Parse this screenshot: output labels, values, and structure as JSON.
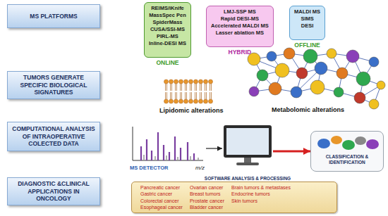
{
  "diagram": {
    "nodes": [
      {
        "text": [
          "MS PLATFORMS"
        ]
      },
      {
        "text": [
          "REIMS/iKnife",
          "MassSpec Pen",
          "SpiderMass",
          "CUSA/SSI-MS",
          "PIRL-MS",
          "Inline-DESI MS",
          "ONLINE"
        ]
      },
      {
        "text": [
          "LMJ-SSP MS",
          "Rapid DESI-MS",
          "Accelerated MALDI MS",
          "Lasser ablation MS",
          "HYBRID"
        ]
      },
      {
        "text": [
          "MALDI MS",
          "SIMS",
          "DESI",
          "OFFLINE"
        ]
      },
      {
        "text": [
          "TUMORS GENERATE SPECIFIC BIOLOGICAL SIGNATURES"
        ]
      },
      {
        "text": [
          "COMPUTATIONAL ANALYSIS OF INTRAOPERATIVE COLECTED DATA"
        ]
      },
      {
        "text": [
          "MS DETECTOR",
          "m/z"
        ]
      },
      {
        "text": [
          "SOFTWARE ANALYSIS & PROCESSING"
        ]
      },
      {
        "text": [
          "CLASSIFICATION & IDENTIFICATION"
        ]
      },
      {
        "text": [
          "DIAGNOSTIC &CLINICAL APPLICATIONS IN ONCOLOGY"
        ]
      },
      {
        "text": [
          "Pancreatic cancer",
          "Gastric cancer",
          "Colorectal cancer",
          "Esophageal cancer",
          "Ovarian cancer",
          "Breast tumors",
          "Prostate cancer",
          "Bladder cancer",
          "Brain tumors & metastases",
          "Endocrine tumors",
          "Skin tumors"
        ]
      }
    ],
    "edges": [
      {
        "from": 6,
        "to": 7,
        "arrow": "to"
      },
      {
        "from": 7,
        "to": 8,
        "arrow": "to"
      }
    ],
    "labels": [
      "Lipidomic alterations",
      "Metabolomic alterations"
    ]
  }
}
